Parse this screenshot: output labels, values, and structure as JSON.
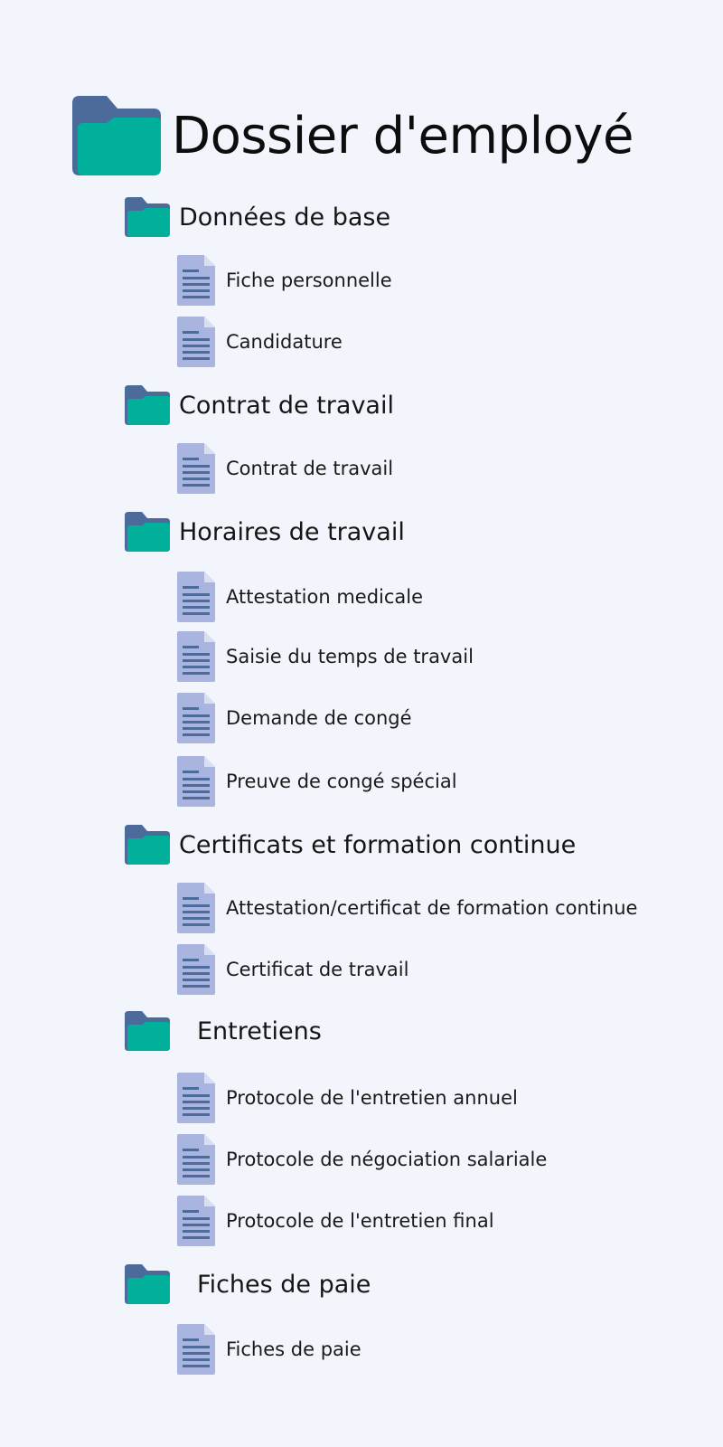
{
  "title": "Dossier d'employé",
  "colors": {
    "background": "#f2f5fc",
    "folder_back": "#4c6a9a",
    "folder_front": "#00b09b",
    "doc_body": "#a9b5de",
    "doc_lines": "#4c6a9a"
  },
  "sections": [
    {
      "label": "Données de base",
      "files": [
        "Fiche personnelle",
        "Candidature"
      ]
    },
    {
      "label": "Contrat de travail",
      "files": [
        "Contrat de travail"
      ]
    },
    {
      "label": "Horaires de travail",
      "files": [
        "Attestation medicale",
        "Saisie du temps de travail",
        "Demande de congé",
        "Preuve de congé spécial"
      ]
    },
    {
      "label": "Certificats et formation continue",
      "files": [
        "Attestation/certificat de formation continue",
        "Certificat de travail"
      ]
    },
    {
      "label": "Entretiens",
      "files": [
        "Protocole de l'entretien annuel",
        "Protocole de négociation salariale",
        "Protocole de l'entretien final"
      ]
    },
    {
      "label": "Fiches de paie",
      "files": [
        "Fiches de paie"
      ]
    }
  ]
}
